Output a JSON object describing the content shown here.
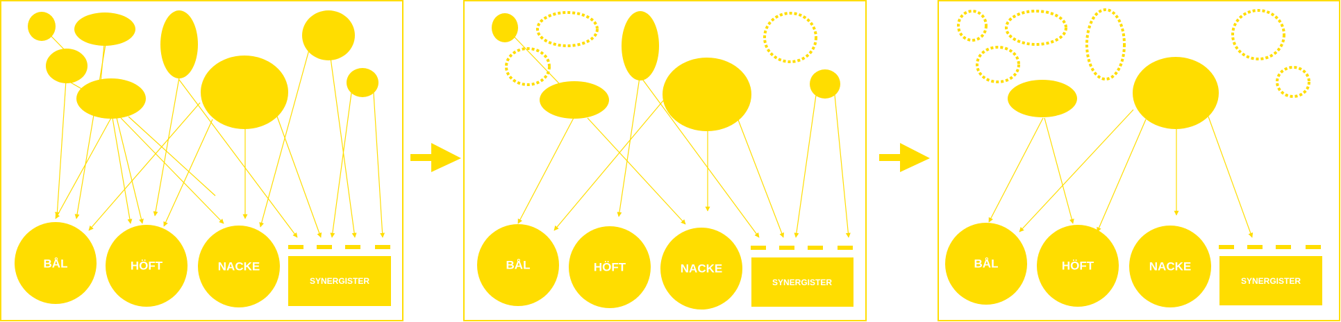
{
  "colors": {
    "primary": "#FFDD00",
    "text": "#FFFFFF",
    "background": "#FFFFFF"
  },
  "labels": {
    "bal": "BÅL",
    "hoft": "HÖFT",
    "nacke": "NACKE",
    "synergister": "SYNERGISTER"
  },
  "flow": {
    "arrow_count": 2
  }
}
